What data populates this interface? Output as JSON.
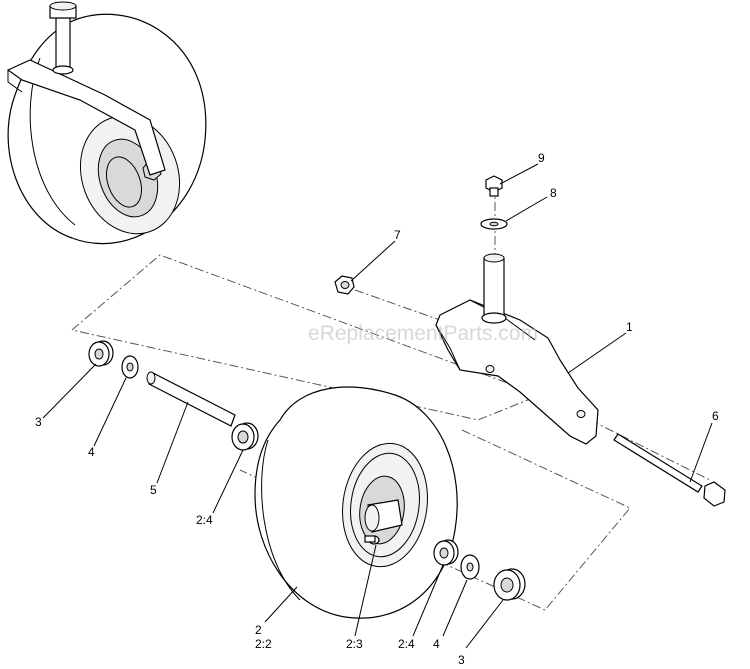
{
  "watermark": "eReplacementParts.com",
  "callouts": {
    "c1": "1",
    "c2": "2",
    "c2b": "2:2",
    "c23": "2:3",
    "c24a": "2:4",
    "c24b": "2:4",
    "c3a": "3",
    "c3b": "3",
    "c4a": "4",
    "c4b": "4",
    "c5": "5",
    "c6": "6",
    "c7": "7",
    "c8": "8",
    "c9": "9"
  }
}
